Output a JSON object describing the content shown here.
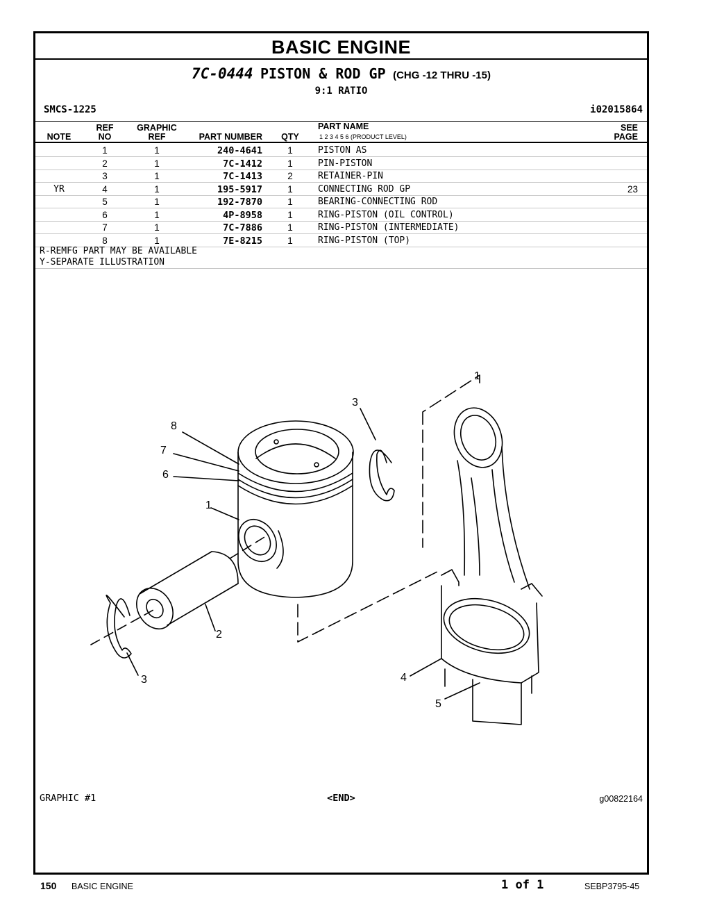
{
  "header": {
    "section_title": "BASIC  ENGINE",
    "group_number": "7C-0444",
    "group_name": "PISTON & ROD GP",
    "group_change": "(CHG -12 THRU -15)",
    "ratio": "9:1 RATIO",
    "smcs": "SMCS-1225",
    "illustration_id": "i02015864"
  },
  "columns": {
    "note": "NOTE",
    "ref_top": "REF",
    "ref_bottom": "NO",
    "graphic_top": "GRAPHIC",
    "graphic_bottom": "REF",
    "part_number": "PART NUMBER",
    "qty": "QTY",
    "part_name": "PART NAME",
    "product_levels": "1    2    3    4    5    6    (PRODUCT LEVEL)",
    "see_top": "SEE",
    "see_bottom": "PAGE"
  },
  "parts": [
    {
      "note": "",
      "ref": "1",
      "graphic_ref": "1",
      "part_number": "240-4641",
      "qty": "1",
      "name": "PISTON AS",
      "see_page": ""
    },
    {
      "note": "",
      "ref": "2",
      "graphic_ref": "1",
      "part_number": "7C-1412",
      "qty": "1",
      "name": "PIN-PISTON",
      "see_page": ""
    },
    {
      "note": "",
      "ref": "3",
      "graphic_ref": "1",
      "part_number": "7C-1413",
      "qty": "2",
      "name": "RETAINER-PIN",
      "see_page": ""
    },
    {
      "note": "YR",
      "ref": "4",
      "graphic_ref": "1",
      "part_number": "195-5917",
      "qty": "1",
      "name": "CONNECTING ROD GP",
      "see_page": "23"
    },
    {
      "note": "",
      "ref": "5",
      "graphic_ref": "1",
      "part_number": "192-7870",
      "qty": "1",
      "name": "BEARING-CONNECTING ROD",
      "see_page": ""
    },
    {
      "note": "",
      "ref": "6",
      "graphic_ref": "1",
      "part_number": "4P-8958",
      "qty": "1",
      "name": "RING-PISTON (OIL CONTROL)",
      "see_page": ""
    },
    {
      "note": "",
      "ref": "7",
      "graphic_ref": "1",
      "part_number": "7C-7886",
      "qty": "1",
      "name": "RING-PISTON (INTERMEDIATE)",
      "see_page": ""
    },
    {
      "note": "",
      "ref": "8",
      "graphic_ref": "1",
      "part_number": "7E-8215",
      "qty": "1",
      "name": "RING-PISTON (TOP)",
      "see_page": ""
    }
  ],
  "notes": [
    "R-REMFG PART MAY BE AVAILABLE",
    "Y-SEPARATE ILLUSTRATION"
  ],
  "callouts": {
    "c1": "1",
    "c2": "2",
    "c3a": "3",
    "c3b": "3",
    "c4": "4",
    "c5": "5",
    "c6": "6",
    "c7": "7",
    "c8": "8",
    "c1rod": "1"
  },
  "graphic": {
    "label": "GRAPHIC #1",
    "end": "<END>",
    "id": "g00822164"
  },
  "footer": {
    "page_number": "150",
    "section": "BASIC ENGINE",
    "page_of": "1 of 1",
    "doc_number": "SEBP3795-45"
  }
}
